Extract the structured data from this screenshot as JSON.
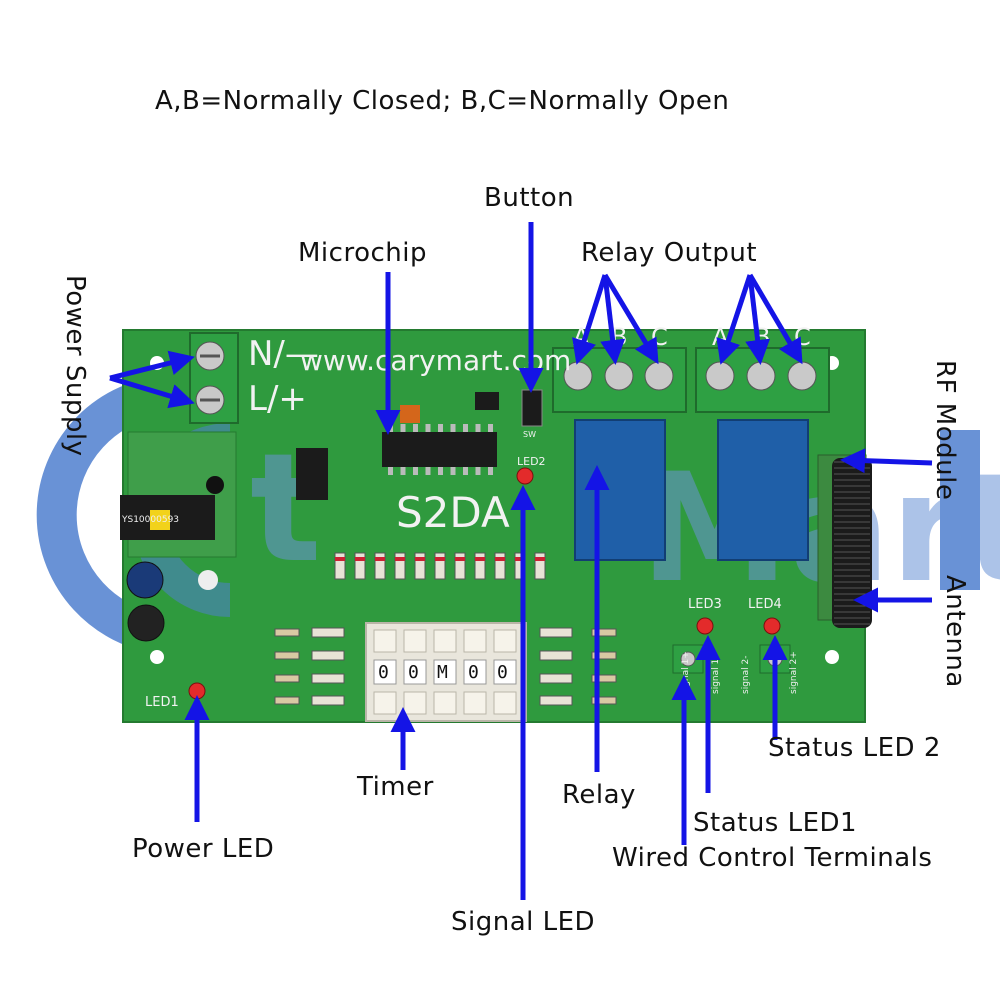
{
  "note": "A,B=Normally Closed; B,C=Normally Open",
  "board": {
    "url": "www.carymart.com",
    "model": "S2DA",
    "terminal_n": "N/—",
    "terminal_l": "L/+",
    "part_text": "YS10000593",
    "relay1_terms": [
      "A",
      "B",
      "C"
    ],
    "relay2_terms": [
      "A",
      "B",
      "C"
    ],
    "timer_digits": [
      "0",
      "0",
      "M",
      "0",
      "0"
    ],
    "silk": {
      "led1": "LED1",
      "led2": "LED2",
      "led3": "LED3",
      "led4": "LED4",
      "sw": "SW",
      "signal1": "signal 1+",
      "signal1m": "signal 1-",
      "signal2m": "signal 2-",
      "signal2": "signal 2+"
    }
  },
  "labels": {
    "power_supply": "Power Supply",
    "microchip": "Microchip",
    "button": "Button",
    "relay_output": "Relay Output",
    "rf_module": "RF Module",
    "antenna": "Antenna",
    "status_led2": "Status LED 2",
    "status_led1": "Status LED1",
    "wired_control": "Wired Control Terminals",
    "relay": "Relay",
    "timer": "Timer",
    "power_led": "Power LED",
    "signal_led": "Signal LED"
  },
  "colors": {
    "pcb": "#2f9a3e",
    "arrow": "#1414e6",
    "watermark": "#4f7fcf",
    "terminal": "#2ea043",
    "relay": "#1f5fa8"
  }
}
